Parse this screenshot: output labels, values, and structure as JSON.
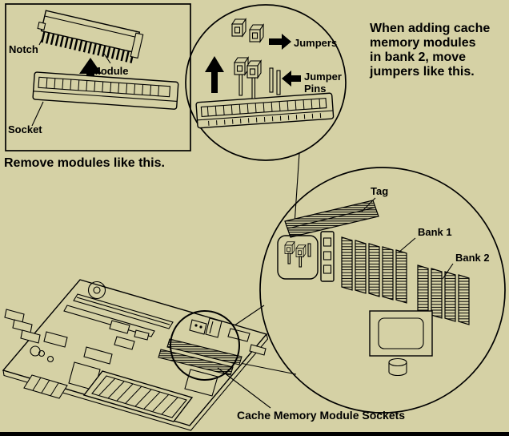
{
  "page": {
    "background": "#d5d1a5",
    "ink": "#000000"
  },
  "inset": {
    "notch_label": "Notch",
    "module_label": "Module",
    "socket_label": "Socket",
    "caption": "Remove modules like this."
  },
  "jumper_detail": {
    "jumpers_label": "Jumpers",
    "jumper_pins_label_line1": "Jumper",
    "jumper_pins_label_line2": "Pins"
  },
  "instruction": {
    "lines": [
      "When adding cache",
      "memory modules",
      "in bank 2, move",
      "jumpers like this."
    ]
  },
  "zoom_detail": {
    "tag_label": "Tag",
    "bank1_label": "Bank 1",
    "bank2_label": "Bank 2"
  },
  "board": {
    "caption": "Cache Memory Module Sockets"
  }
}
